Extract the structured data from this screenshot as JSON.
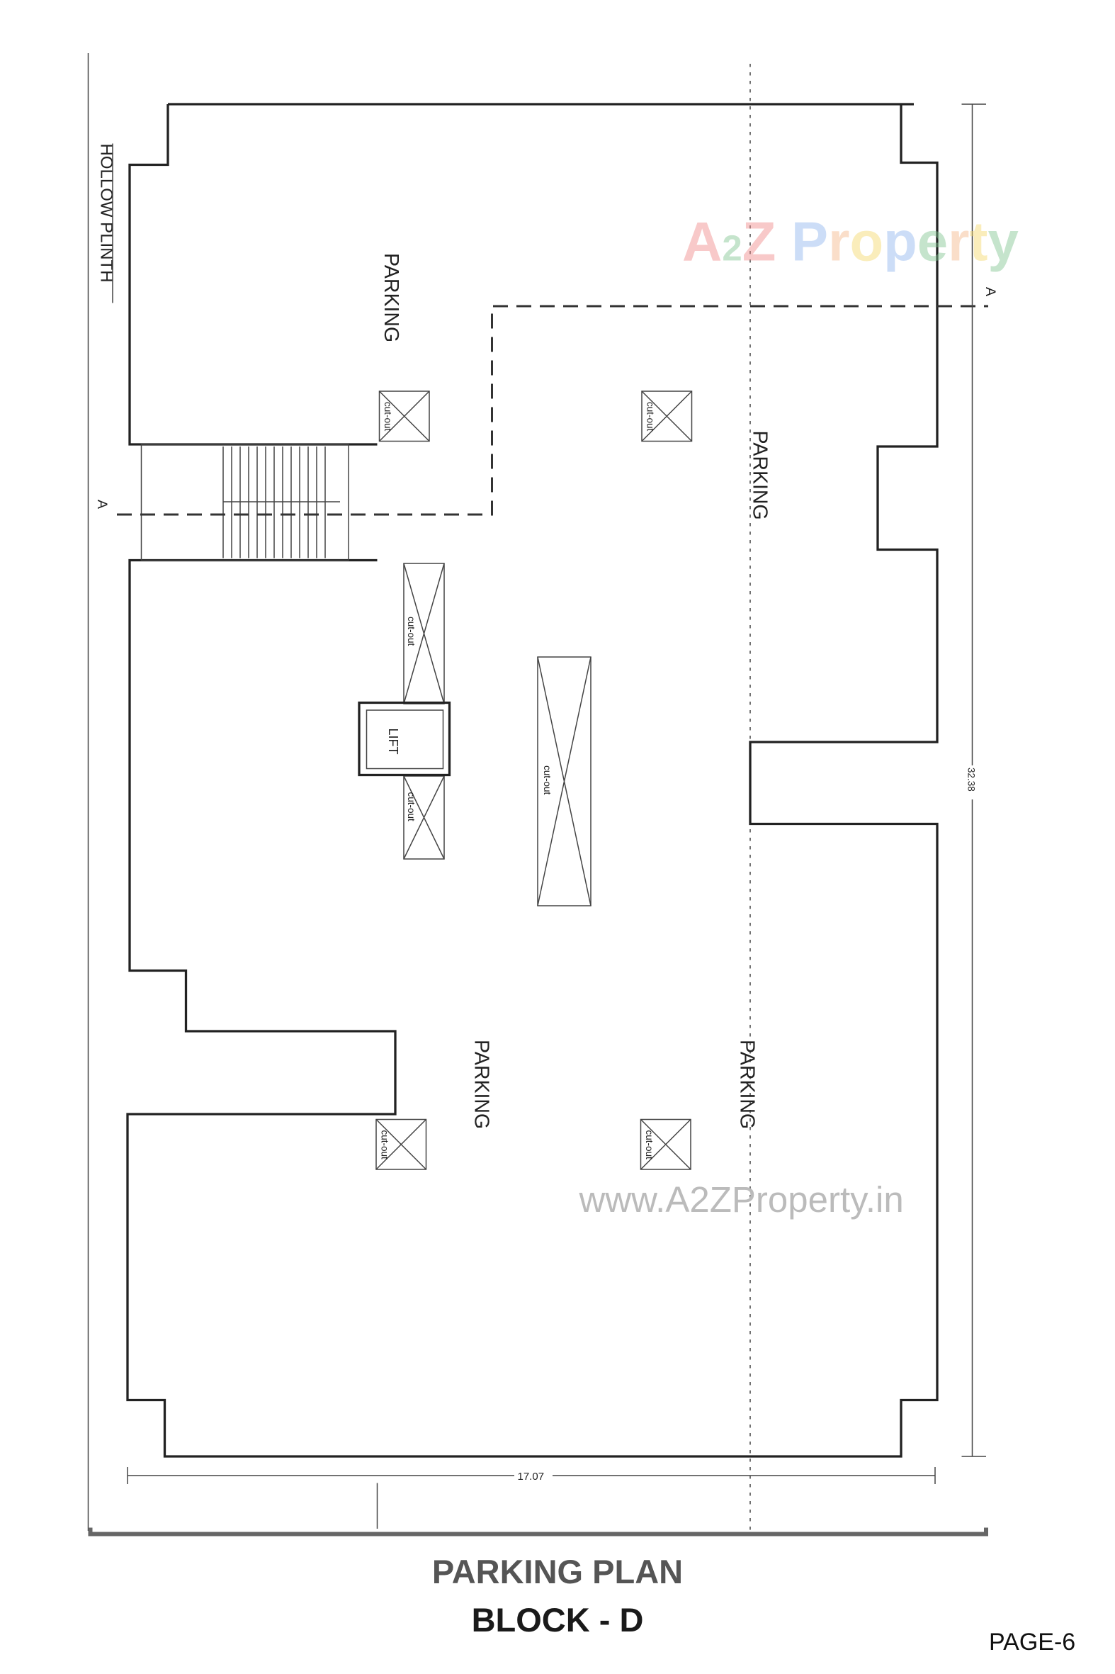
{
  "drawing": {
    "labels": {
      "parking": "PARKING",
      "hollow_plinth": "HOLLOW PLINTH",
      "cut_out": "cut-out",
      "lift": "LIFT",
      "section_mark": "A"
    },
    "dimensions": {
      "height": "32.38",
      "width": "17.07"
    },
    "watermark_logo": "A2Z Property",
    "watermark_url": "www.A2ZProperty.in"
  },
  "footer": {
    "title": "PARKING PLAN",
    "subtitle": "BLOCK - D",
    "page": "PAGE-6"
  },
  "colors": {
    "title": "#555555",
    "subtitle": "#1a1a1a",
    "line": "#222222"
  }
}
